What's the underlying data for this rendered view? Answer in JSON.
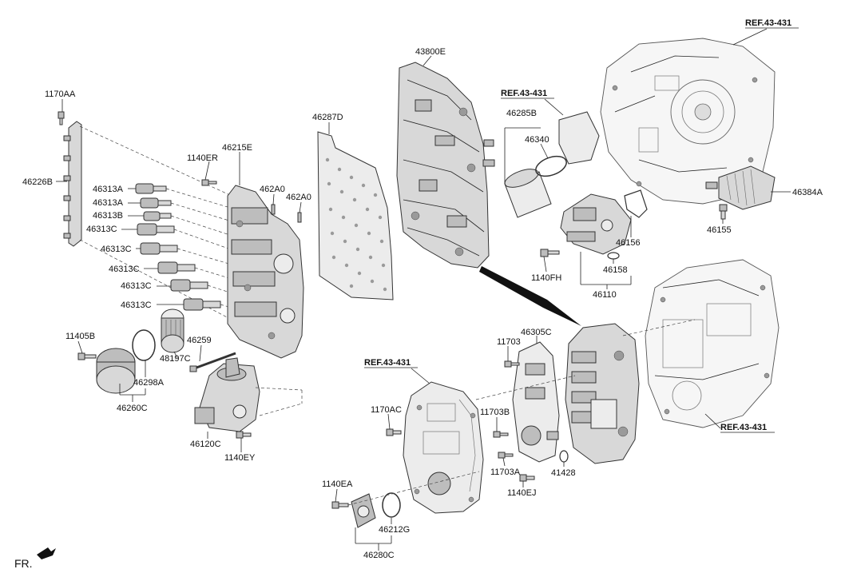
{
  "labels": {
    "l1170AA": "1170AA",
    "l46226B": "46226B",
    "l1140ER": "1140ER",
    "l46215E": "46215E",
    "l462A0a": "462A0",
    "l462A0b": "462A0",
    "l46313A1": "46313A",
    "l46313A2": "46313A",
    "l46313B": "46313B",
    "l46313C1": "46313C",
    "l46313C2": "46313C",
    "l46313C3": "46313C",
    "l46313C4": "46313C",
    "l46313C5": "46313C",
    "l11405B": "11405B",
    "l46298A": "46298A",
    "l46260C": "46260C",
    "l48197C": "48197C",
    "l46259": "46259",
    "l46120C": "46120C",
    "l1140EY": "1140EY",
    "l46287D": "46287D",
    "l43800E": "43800E",
    "l46285B": "46285B",
    "l46340": "46340",
    "l46156": "46156",
    "l46158": "46158",
    "l46110": "46110",
    "l1140FH": "1140FH",
    "l46384A": "46384A",
    "l46155": "46155",
    "l46305C": "46305C",
    "l11703": "11703",
    "l11703B": "11703B",
    "l11703A": "11703A",
    "l41428": "41428",
    "l1140EJ": "1140EJ",
    "l1170AC": "1170AC",
    "l1140EA": "1140EA",
    "l46212G": "46212G",
    "l46280C": "46280C",
    "fr": "FR."
  },
  "refs": {
    "top_right": "REF.43-431",
    "mid_top": "REF.43-431",
    "lower_left": "REF.43-431",
    "lower_right": "REF.43-431"
  }
}
